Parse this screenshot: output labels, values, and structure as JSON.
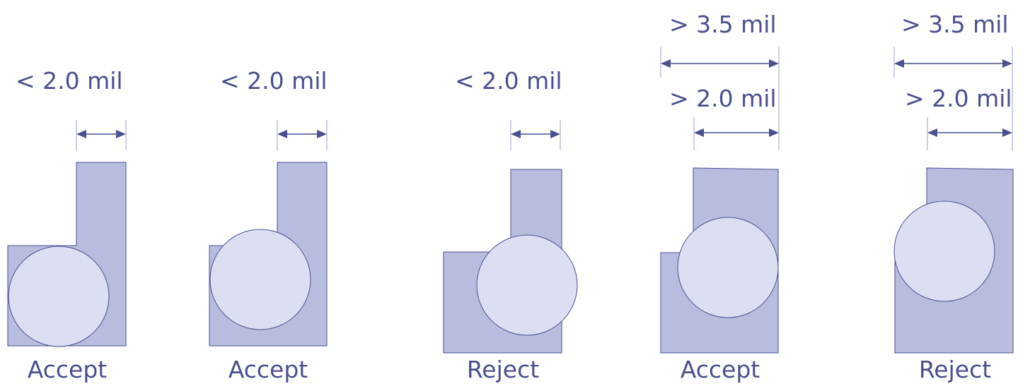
{
  "panels": [
    {
      "verdict": "Accept",
      "dims": [
        "< 2.0 mil"
      ]
    },
    {
      "verdict": "Accept",
      "dims": [
        "< 2.0 mil"
      ]
    },
    {
      "verdict": "Reject",
      "dims": [
        "< 2.0 mil"
      ]
    },
    {
      "verdict": "Accept",
      "dims": [
        "> 3.5 mil",
        "> 2.0 mil"
      ]
    },
    {
      "verdict": "Reject",
      "dims": [
        "> 3.5 mil",
        "> 2.0 mil"
      ]
    }
  ],
  "colors": {
    "pad_fill": "#b8bde0",
    "ball_fill": "#dcdff2",
    "outline": "#4a4f8f",
    "text": "#4a4f8f"
  }
}
